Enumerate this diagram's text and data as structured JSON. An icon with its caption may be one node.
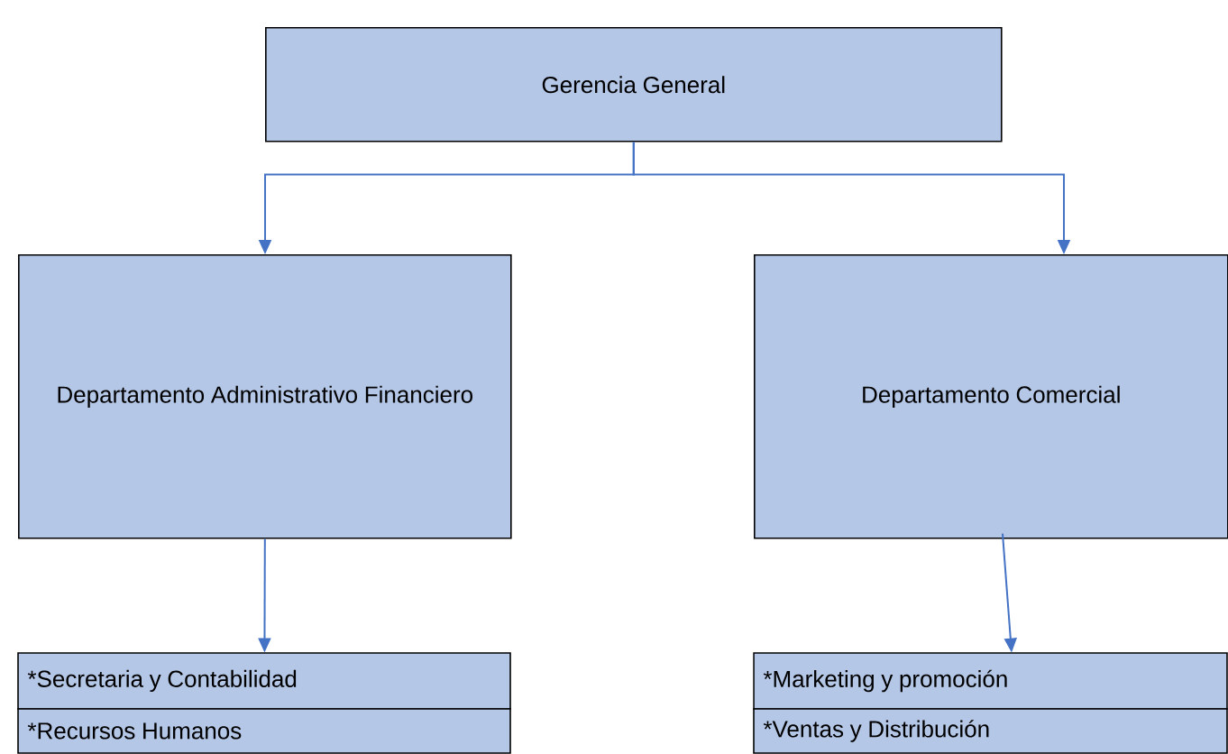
{
  "diagram": {
    "nodes": [
      {
        "text": [
          "Gerencia General"
        ]
      },
      {
        "text": [
          "Departamento Administrativo Financiero"
        ]
      },
      {
        "text": [
          "Departamento Comercial"
        ]
      },
      {
        "text": [
          "*Secretaria y Contabilidad"
        ]
      },
      {
        "text": [
          "*Recursos Humanos"
        ]
      },
      {
        "text": [
          "*Marketing y promoción"
        ]
      },
      {
        "text": [
          "*Ventas y Distribución"
        ]
      }
    ],
    "edges": [
      {
        "from": 0,
        "to": 1,
        "arrow": "to"
      },
      {
        "from": 0,
        "to": 2,
        "arrow": "to"
      },
      {
        "from": 1,
        "to": 3,
        "arrow": "to"
      },
      {
        "from": 2,
        "to": 5,
        "arrow": "to"
      }
    ]
  }
}
